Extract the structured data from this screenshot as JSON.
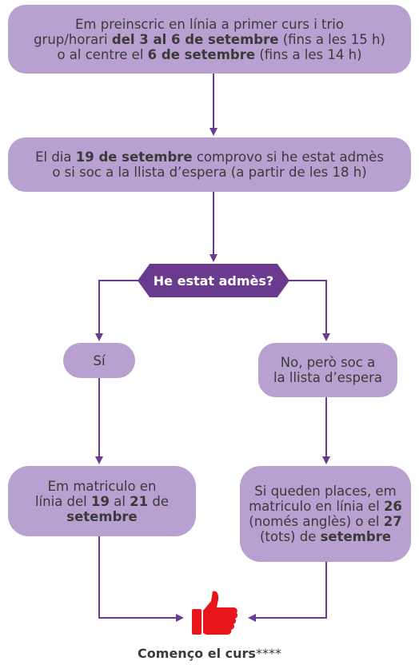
{
  "flow": {
    "step1": {
      "line1": "Em preinscric en línia a primer curs i trio",
      "line2_pre": "grup/horari ",
      "line2_bold": "del 3 al 6 de setembre",
      "line2_post": " (fins a les 15 h)",
      "line3_pre": "o al centre el ",
      "line3_bold": "6 de setembre",
      "line3_post": " (fins a les 14 h)"
    },
    "step2": {
      "line1_pre": "El dia ",
      "line1_bold": "19 de setembre",
      "line1_post": " comprovo si he estat admès",
      "line2": "o si soc a la llista d’espera (a partir de les 18 h)"
    },
    "decision": "He estat admès?",
    "yes": "Sí",
    "no": {
      "line1": "No, però soc a",
      "line2": "la llista d’espera"
    },
    "enrol": {
      "line1": "Em matriculo en",
      "line2_pre": "línia del ",
      "line2_bold1": "19",
      "line2_mid": " al ",
      "line2_bold2": "21",
      "line2_post": " de",
      "line3_bold": "setembre"
    },
    "wait": {
      "line1": "Si queden places, em",
      "line2_pre": "matriculo en línia el ",
      "line2_bold": "26",
      "line3": "(només anglès) o el ",
      "line3_bold": "27",
      "line4_pre": "(tots) de ",
      "line4_bold": "setembre"
    },
    "end": {
      "bold": "Començo el curs",
      "suffix": "****"
    }
  },
  "colors": {
    "box": "#b8a0d0",
    "decision": "#6a3a8f",
    "arrow": "#6a3a8f",
    "thumb": "#e8161b"
  },
  "icons": [
    "thumbs-up-icon"
  ]
}
